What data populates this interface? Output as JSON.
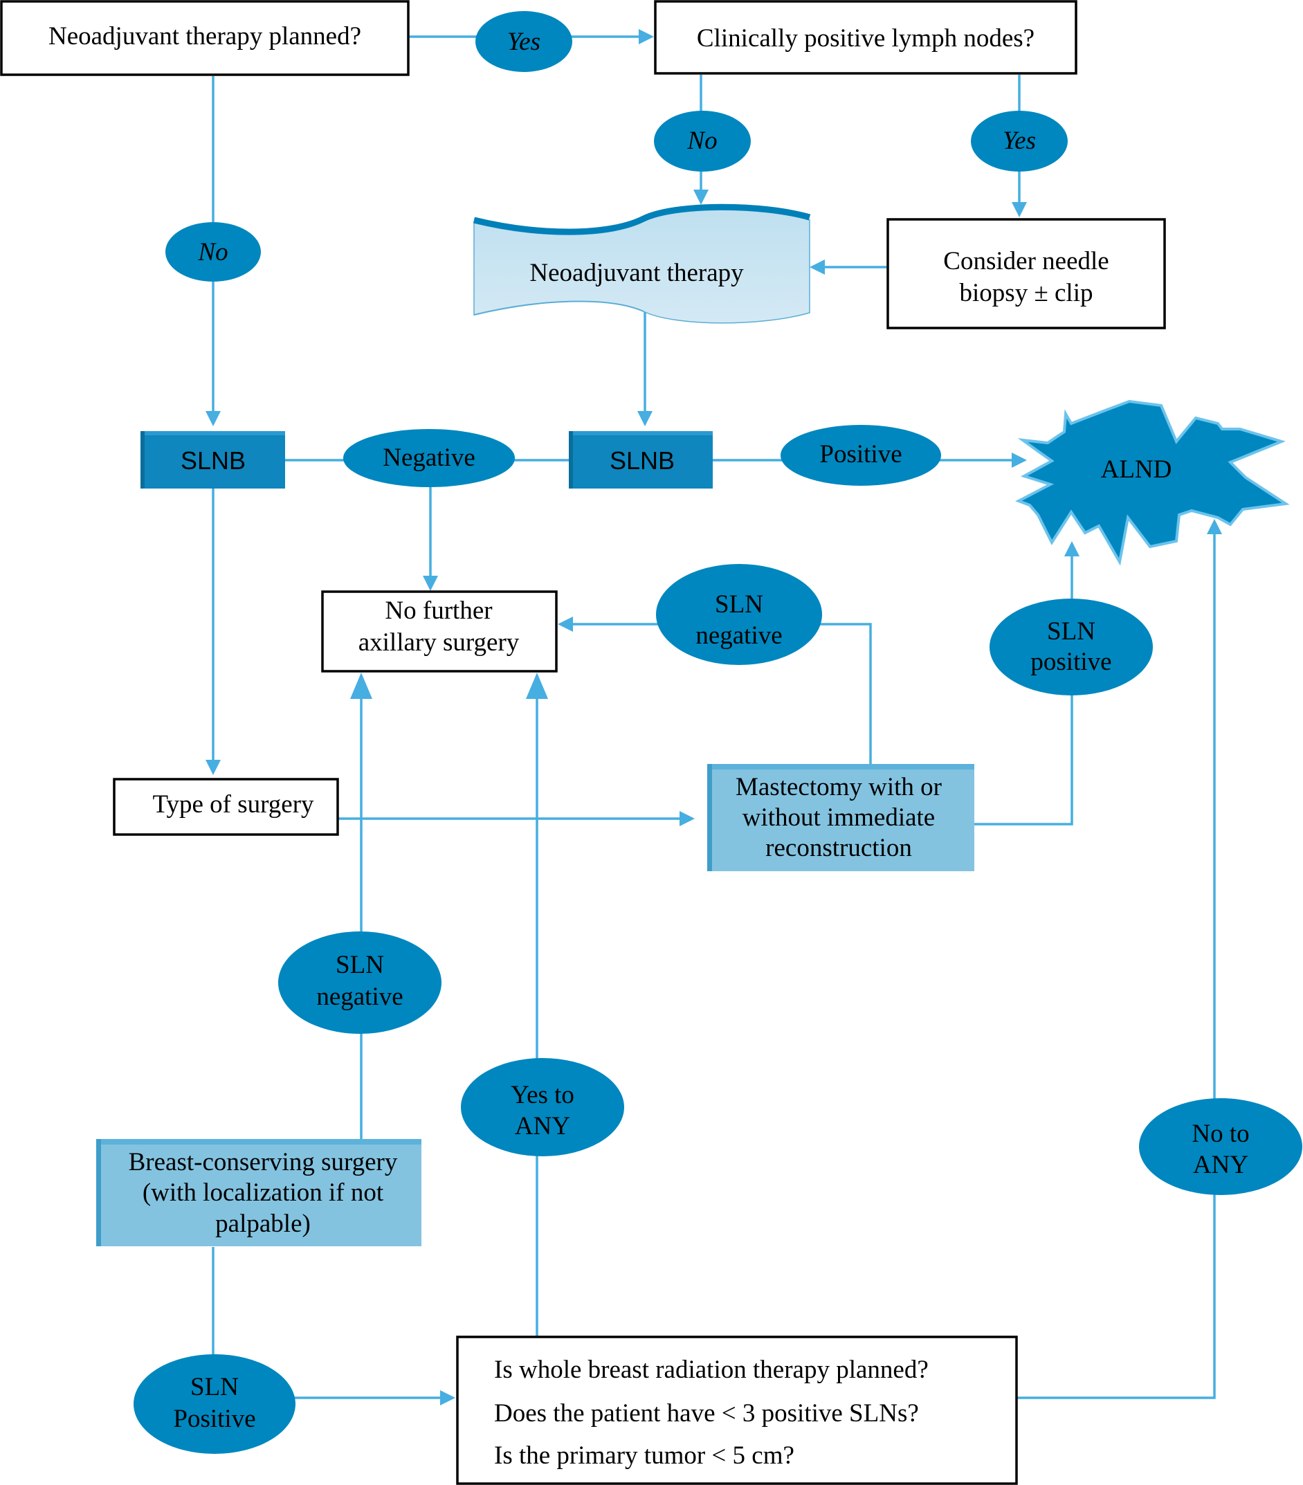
{
  "colors": {
    "connector": "#46aee0",
    "oval_fill": "#0087bf",
    "slnb_fill": "#0f86bd",
    "light_box_fill": "#83c3e0",
    "banner_fill": "#c9e3f1",
    "banner_edge": "#0080b8",
    "star_fill": "#0087bf"
  },
  "nodes": {
    "neoadjuvant_question": "Neoadjuvant therapy planned?",
    "clinically_positive": "Clinically positive lymph nodes?",
    "consider_needle": [
      "Consider needle",
      "biopsy ± clip"
    ],
    "neoadjuvant_therapy": "Neoadjuvant therapy",
    "slnb_left": "SLNB",
    "slnb_right": "SLNB",
    "alnd": "ALND",
    "no_further": [
      "No further",
      "axillary surgery"
    ],
    "type_of_surgery": "Type of surgery",
    "mastectomy": [
      "Mastectomy with or",
      "without immediate",
      "reconstruction"
    ],
    "breast_conserving": [
      "Breast-conserving surgery",
      "(with localization if not",
      "palpable)"
    ],
    "radiation_questions": [
      "Is whole breast radiation therapy planned?",
      "Does the patient have <  3 positive SLNs?",
      "Is the primary tumor < 5 cm?"
    ]
  },
  "labels": {
    "yes_top": "Yes",
    "no_left": "No",
    "no_mid": "No",
    "yes_right": "Yes",
    "negative": "Negative",
    "positive": "Positive",
    "sln_negative_top": [
      "SLN",
      "negative"
    ],
    "sln_positive_right": [
      "SLN",
      "positive"
    ],
    "sln_negative_bottom": [
      "SLN",
      "negative"
    ],
    "yes_to_any": [
      "Yes to",
      "ANY"
    ],
    "no_to_any": [
      "No to",
      "ANY"
    ],
    "sln_positive_bottom": [
      "SLN",
      "Positive"
    ]
  }
}
